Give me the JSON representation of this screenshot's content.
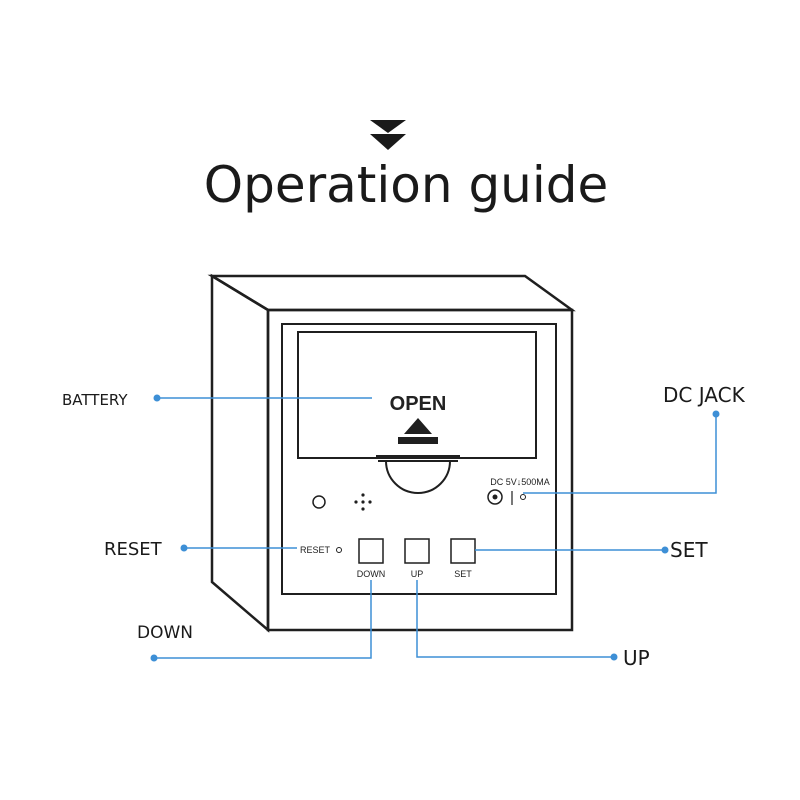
{
  "title": "Operation guide",
  "panel": {
    "open_text": "OPEN",
    "dc_spec": "DC 5V↓500MA",
    "reset_small": "RESET",
    "down_small": "DOWN",
    "up_small": "UP",
    "set_small": "SET"
  },
  "callouts": {
    "battery": "BATTERY",
    "dc_jack": "DC JACK",
    "reset": "RESET",
    "set": "SET",
    "down": "DOWN",
    "up": "UP"
  },
  "colors": {
    "line": "#3d8fd6",
    "ink": "#1a1a1a"
  },
  "icons": [
    "down-triangle-arrow-icon",
    "eject-icon",
    "speaker-icon"
  ]
}
